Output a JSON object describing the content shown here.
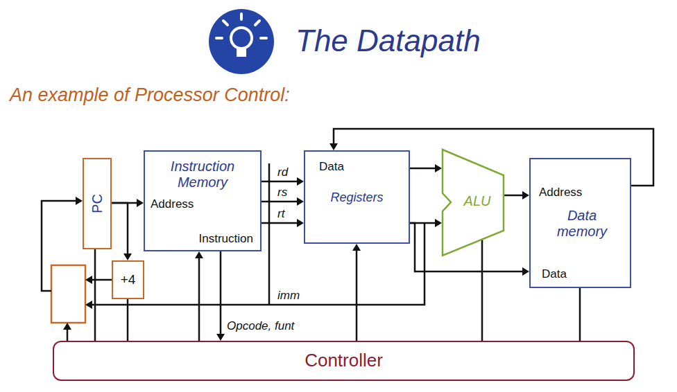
{
  "diagram": {
    "title": "The Datapath",
    "nodes": [
      {
        "text": [
          "PC"
        ]
      },
      {
        "text": [
          "Instruction Memory",
          "Address",
          "Instruction"
        ]
      },
      {
        "text": [
          "+4"
        ]
      },
      {
        "text": [
          "Data",
          "Registers"
        ]
      },
      {
        "text": [
          "ALU"
        ]
      },
      {
        "text": [
          "Address",
          "Data memory",
          "Data"
        ]
      },
      {
        "text": [
          "Controller"
        ]
      }
    ],
    "edges": [
      {
        "from": 0,
        "to": 1,
        "arrow": "to"
      },
      {
        "from": 0,
        "to": 2,
        "arrow": "to"
      },
      {
        "from": 1,
        "to": 3,
        "label": "rd",
        "arrow": "to"
      },
      {
        "from": 1,
        "to": 3,
        "label": "rs",
        "arrow": "to"
      },
      {
        "from": 1,
        "to": 3,
        "label": "rt",
        "arrow": "to"
      },
      {
        "from": 3,
        "to": 4,
        "arrow": "to"
      },
      {
        "from": 3,
        "to": 4,
        "arrow": "to"
      },
      {
        "from": 3,
        "to": 5,
        "arrow": "to"
      },
      {
        "from": 4,
        "to": 5,
        "arrow": "to"
      },
      {
        "from": 5,
        "to": 3,
        "arrow": "to"
      },
      {
        "from": 1,
        "to": 6,
        "label": "Opcode, funt",
        "arrow": "to"
      },
      {
        "from": 6,
        "to": 1,
        "arrow": "to"
      },
      {
        "from": 6,
        "to": 3,
        "arrow": "to"
      },
      {
        "from": 6,
        "to": 4,
        "arrow": "none"
      },
      {
        "from": 6,
        "to": 5,
        "arrow": "none"
      },
      {
        "from": 6,
        "to": 0,
        "arrow": "none"
      },
      {
        "from": 6,
        "to": 2,
        "arrow": "none"
      }
    ],
    "labels": [
      "An example of Processor Control:",
      "imm"
    ]
  }
}
